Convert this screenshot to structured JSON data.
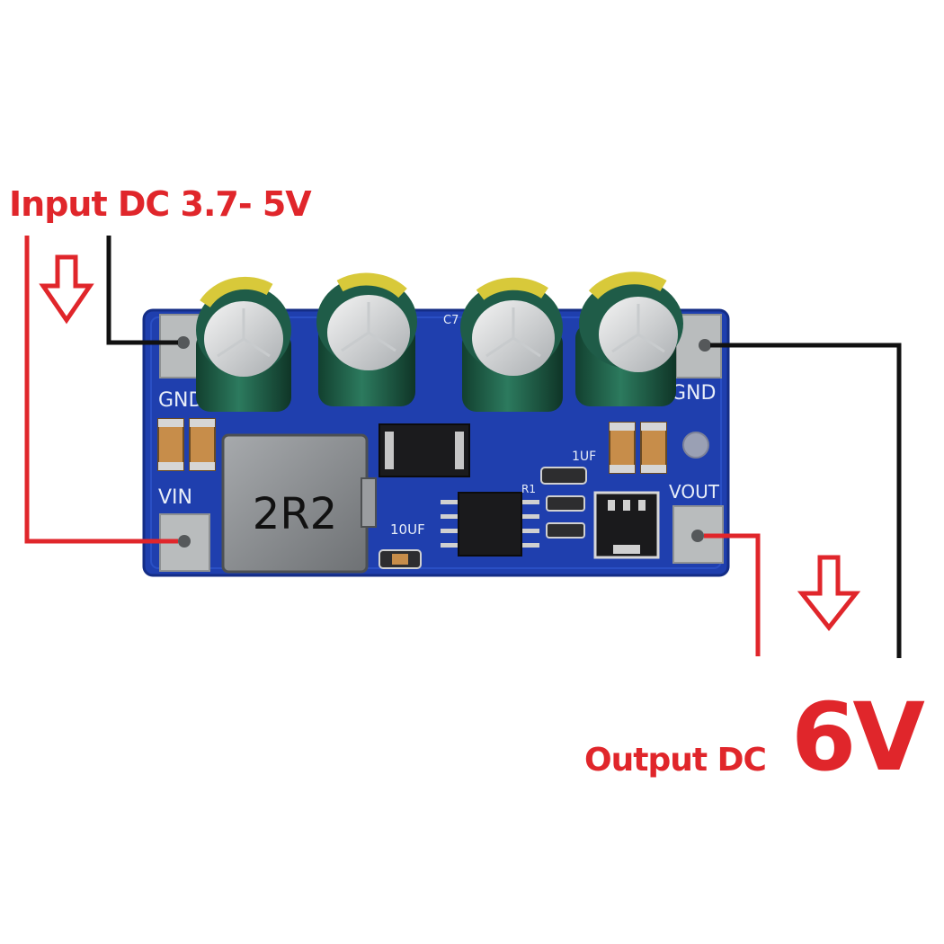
{
  "colors": {
    "label_red": "#e0262b",
    "wire_red": "#e0262b",
    "wire_black": "#111111",
    "pcb_blue": "#1f3fae",
    "capacitor_green": "#1f5c48",
    "capacitor_stripe": "#d8c93a",
    "inductor_gray": "#8c8f92",
    "silkscreen_white": "#e8eef8"
  },
  "labels": {
    "input": "Input DC 3.7- 5V",
    "output_prefix": "Output DC",
    "output_voltage": "6V"
  },
  "board": {
    "gnd_left": "GND",
    "gnd_right": "GND",
    "vin": "VIN",
    "vout": "VOUT",
    "inductor_marking": "2R2",
    "cap_10uf": "10UF",
    "cap_1uf": "1UF",
    "c7": "C7",
    "r1": "R1"
  },
  "icons": [
    "down-arrow-icon"
  ]
}
